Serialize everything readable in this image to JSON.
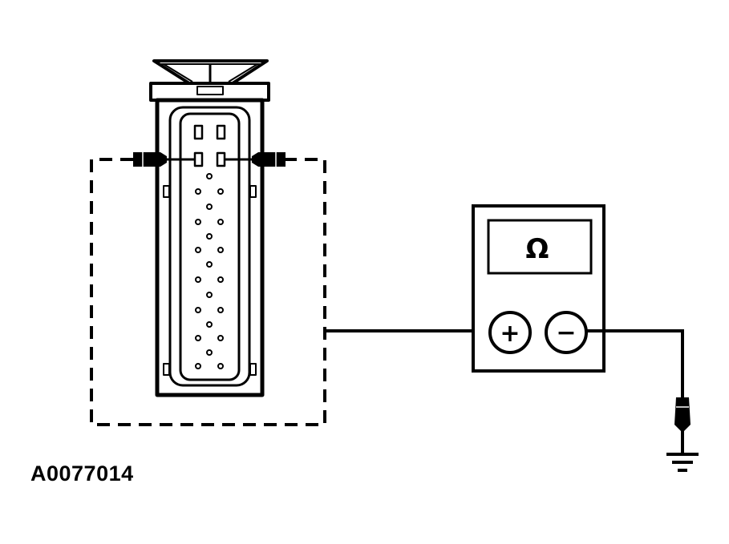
{
  "figure": {
    "id_label": "A0077014"
  },
  "meter": {
    "display_symbol": "Ω",
    "positive_terminal": "+",
    "negative_terminal": "−"
  },
  "colors": {
    "line": "#000000",
    "background": "#ffffff"
  },
  "icons": [
    "connector",
    "ohmmeter",
    "test-probe",
    "ground-symbol"
  ]
}
